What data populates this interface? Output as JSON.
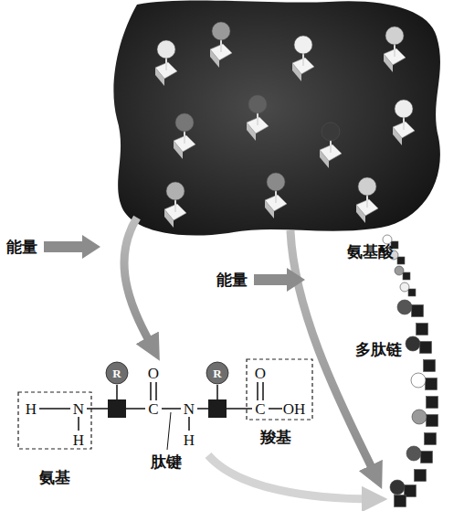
{
  "diagram": {
    "labels": [
      "氨基酸",
      "能量",
      "能量",
      "多肽链",
      "H",
      "N",
      "H",
      "R",
      "C",
      "O",
      "N",
      "H",
      "R",
      "C",
      "O",
      "OH",
      "氨基",
      "肽键",
      "羧基"
    ]
  }
}
